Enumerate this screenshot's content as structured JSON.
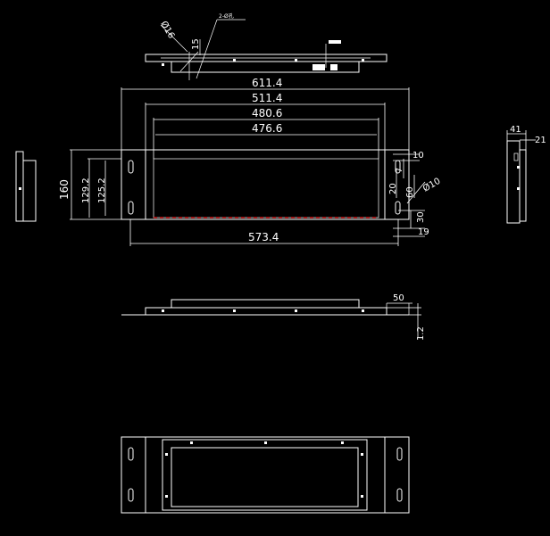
{
  "drawing": {
    "background": "#000000",
    "line_color": "#ffffff",
    "gasket_color": "#ff2a2a",
    "labels": {
      "overall_width": "611.4",
      "width_511": "511.4",
      "width_480": "480.6",
      "width_476": "476.6",
      "slot_spacing": "573.4",
      "height_160": "160",
      "height_129": "129.2",
      "height_125": "125.2",
      "dim_10": "10",
      "dim_20": "20",
      "dim_7": "7",
      "dim_60": "60",
      "dia_10": "Ø10",
      "dim_30": "30",
      "dim_19": "19",
      "dia_16": "Ø16",
      "dim_15": "15",
      "hole_note": "2-Ø孔",
      "side_41": "41",
      "side_21": "21",
      "flange_50": "50",
      "thickness_12": "1.2"
    }
  }
}
